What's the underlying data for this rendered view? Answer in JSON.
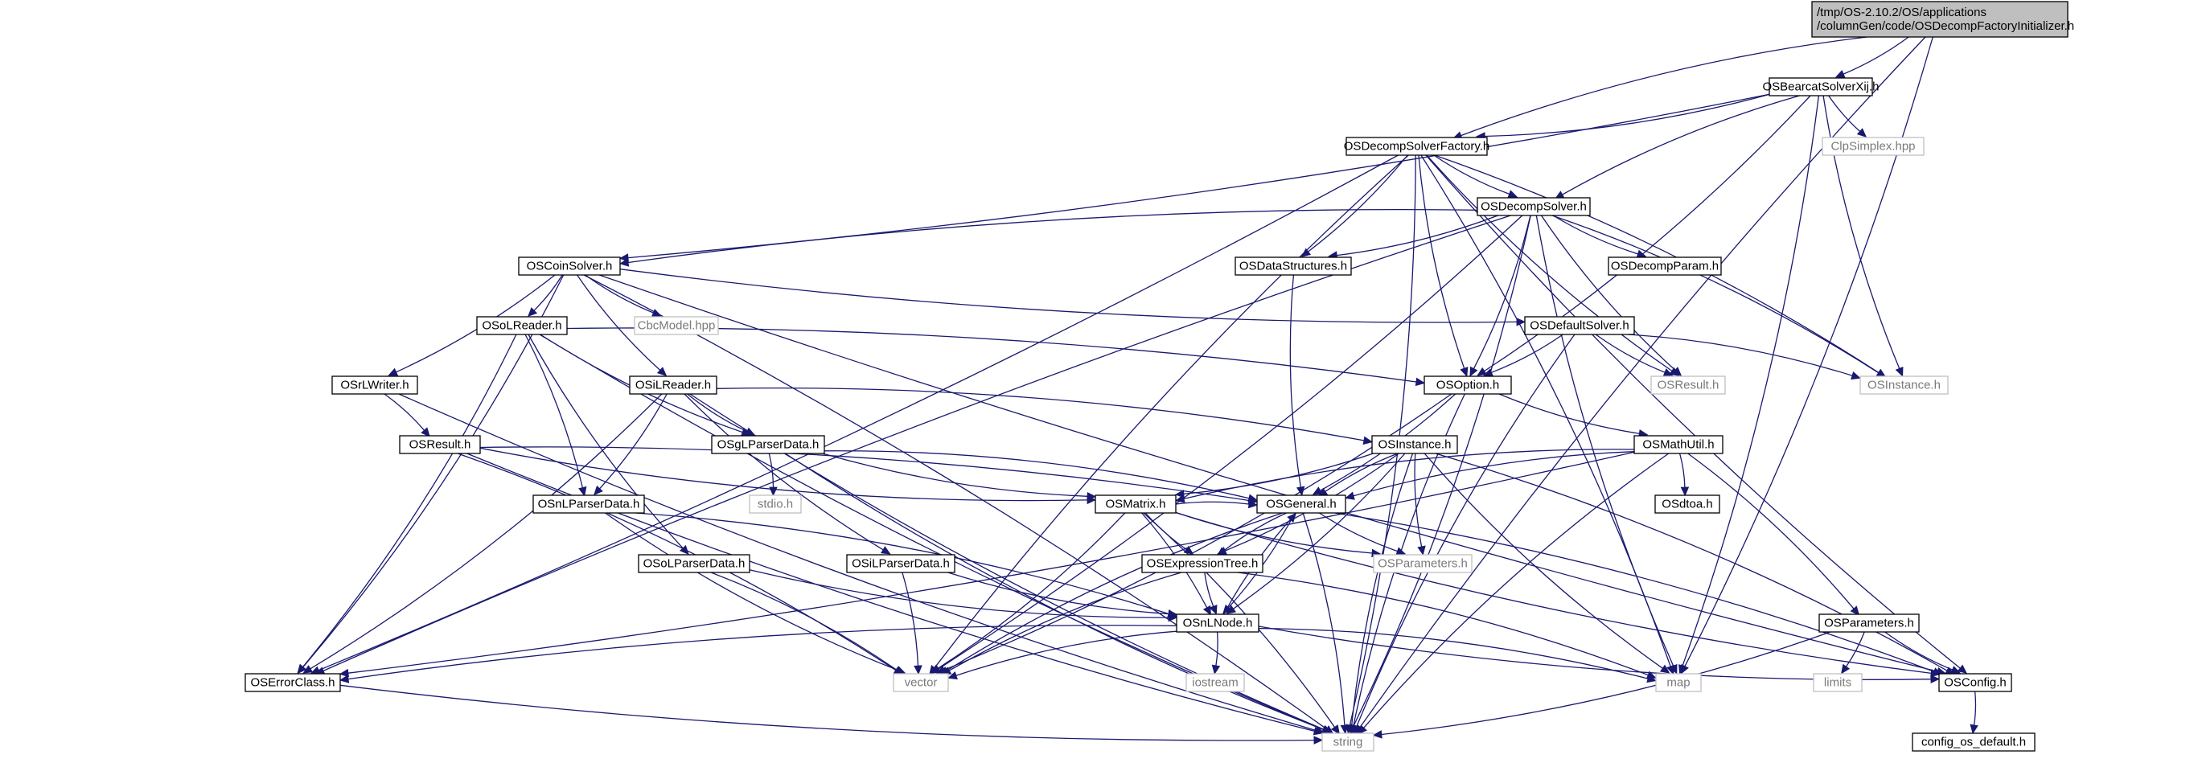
{
  "diagram": {
    "type": "include-dependency-graph",
    "nodes": [
      {
        "id": "root",
        "lines": [
          "/tmp/OS-2.10.2/OS/applications",
          "/columnGen/code/OSDecompFactoryInitializer.h"
        ],
        "kind": "root"
      },
      {
        "id": "bearcat",
        "lines": [
          "OSBearcatSolverXij.h"
        ],
        "kind": "file"
      },
      {
        "id": "clpsimplex",
        "lines": [
          "ClpSimplex.hpp"
        ],
        "kind": "external"
      },
      {
        "id": "factory",
        "lines": [
          "OSDecompSolverFactory.h"
        ],
        "kind": "file"
      },
      {
        "id": "decompsolver",
        "lines": [
          "OSDecompSolver.h"
        ],
        "kind": "file"
      },
      {
        "id": "coinsolver",
        "lines": [
          "OSCoinSolver.h"
        ],
        "kind": "file"
      },
      {
        "id": "datastructures",
        "lines": [
          "OSDataStructures.h"
        ],
        "kind": "file"
      },
      {
        "id": "decompparam",
        "lines": [
          "OSDecompParam.h"
        ],
        "kind": "file"
      },
      {
        "id": "cbcmodel",
        "lines": [
          "CbcModel.hpp"
        ],
        "kind": "external"
      },
      {
        "id": "osolreader",
        "lines": [
          "OSoLReader.h"
        ],
        "kind": "file"
      },
      {
        "id": "defaultsolver",
        "lines": [
          "OSDefaultSolver.h"
        ],
        "kind": "file"
      },
      {
        "id": "osrlwriter",
        "lines": [
          "OSrLWriter.h"
        ],
        "kind": "file"
      },
      {
        "id": "osilreader",
        "lines": [
          "OSiLReader.h"
        ],
        "kind": "file"
      },
      {
        "id": "osoption",
        "lines": [
          "OSOption.h"
        ],
        "kind": "file"
      },
      {
        "id": "osresult_ext",
        "lines": [
          "OSResult.h"
        ],
        "kind": "external"
      },
      {
        "id": "osinstance_ext",
        "lines": [
          "OSInstance.h"
        ],
        "kind": "external"
      },
      {
        "id": "osresult",
        "lines": [
          "OSResult.h"
        ],
        "kind": "file"
      },
      {
        "id": "osglparser",
        "lines": [
          "OSgLParserData.h"
        ],
        "kind": "file"
      },
      {
        "id": "osinstance",
        "lines": [
          "OSInstance.h"
        ],
        "kind": "file"
      },
      {
        "id": "osmathutil",
        "lines": [
          "OSMathUtil.h"
        ],
        "kind": "file"
      },
      {
        "id": "osnlparser",
        "lines": [
          "OSnLParserData.h"
        ],
        "kind": "file"
      },
      {
        "id": "stdio",
        "lines": [
          "stdio.h"
        ],
        "kind": "external"
      },
      {
        "id": "osmatrix",
        "lines": [
          "OSMatrix.h"
        ],
        "kind": "file"
      },
      {
        "id": "osgeneral",
        "lines": [
          "OSGeneral.h"
        ],
        "kind": "file"
      },
      {
        "id": "osdtoa",
        "lines": [
          "OSdtoa.h"
        ],
        "kind": "file"
      },
      {
        "id": "osolparser",
        "lines": [
          "OSoLParserData.h"
        ],
        "kind": "file"
      },
      {
        "id": "osilparser",
        "lines": [
          "OSiLParserData.h"
        ],
        "kind": "file"
      },
      {
        "id": "exprtree",
        "lines": [
          "OSExpressionTree.h"
        ],
        "kind": "file"
      },
      {
        "id": "osparams_ext",
        "lines": [
          "OSParameters.h"
        ],
        "kind": "external"
      },
      {
        "id": "osparams",
        "lines": [
          "OSParameters.h"
        ],
        "kind": "file"
      },
      {
        "id": "osnlnode",
        "lines": [
          "OSnLNode.h"
        ],
        "kind": "file"
      },
      {
        "id": "errorclass",
        "lines": [
          "OSErrorClass.h"
        ],
        "kind": "file"
      },
      {
        "id": "vector",
        "lines": [
          "vector"
        ],
        "kind": "external"
      },
      {
        "id": "iostream",
        "lines": [
          "iostream"
        ],
        "kind": "external"
      },
      {
        "id": "map",
        "lines": [
          "map"
        ],
        "kind": "external"
      },
      {
        "id": "limits",
        "lines": [
          "limits"
        ],
        "kind": "external"
      },
      {
        "id": "osconfig",
        "lines": [
          "OSConfig.h"
        ],
        "kind": "file"
      },
      {
        "id": "string",
        "lines": [
          "string"
        ],
        "kind": "external"
      },
      {
        "id": "configdefault",
        "lines": [
          "config_os_default.h"
        ],
        "kind": "file"
      }
    ],
    "edges": [
      [
        "root",
        "bearcat"
      ],
      [
        "root",
        "factory"
      ],
      [
        "root",
        "map"
      ],
      [
        "root",
        "string"
      ],
      [
        "bearcat",
        "factory"
      ],
      [
        "bearcat",
        "clpsimplex"
      ],
      [
        "bearcat",
        "coinsolver"
      ],
      [
        "bearcat",
        "decompsolver"
      ],
      [
        "bearcat",
        "osoption"
      ],
      [
        "bearcat",
        "osinstance_ext"
      ],
      [
        "bearcat",
        "map"
      ],
      [
        "factory",
        "decompsolver"
      ],
      [
        "factory",
        "datastructures"
      ],
      [
        "factory",
        "osoption"
      ],
      [
        "factory",
        "osinstance_ext"
      ],
      [
        "factory",
        "osresult_ext"
      ],
      [
        "factory",
        "map"
      ],
      [
        "factory",
        "osconfig"
      ],
      [
        "factory",
        "errorclass"
      ],
      [
        "factory",
        "vector"
      ],
      [
        "factory",
        "string"
      ],
      [
        "decompsolver",
        "coinsolver"
      ],
      [
        "decompsolver",
        "datastructures"
      ],
      [
        "decompsolver",
        "decompparam"
      ],
      [
        "decompsolver",
        "osoption"
      ],
      [
        "decompsolver",
        "osresult_ext"
      ],
      [
        "decompsolver",
        "osinstance_ext"
      ],
      [
        "decompsolver",
        "map"
      ],
      [
        "decompsolver",
        "vector"
      ],
      [
        "decompsolver",
        "errorclass"
      ],
      [
        "decompsolver",
        "string"
      ],
      [
        "coinsolver",
        "cbcmodel"
      ],
      [
        "coinsolver",
        "osolreader"
      ],
      [
        "coinsolver",
        "osilreader"
      ],
      [
        "coinsolver",
        "osrlwriter"
      ],
      [
        "coinsolver",
        "defaultsolver"
      ],
      [
        "coinsolver",
        "errorclass"
      ],
      [
        "coinsolver",
        "osconfig"
      ],
      [
        "coinsolver",
        "string"
      ],
      [
        "datastructures",
        "osgeneral"
      ],
      [
        "osolreader",
        "osoption"
      ],
      [
        "osolreader",
        "osglparser"
      ],
      [
        "osolreader",
        "osnlparser"
      ],
      [
        "osolreader",
        "osolparser"
      ],
      [
        "osolreader",
        "errorclass"
      ],
      [
        "osolreader",
        "string"
      ],
      [
        "defaultsolver",
        "osoption"
      ],
      [
        "defaultsolver",
        "osresult_ext"
      ],
      [
        "defaultsolver",
        "osinstance_ext"
      ],
      [
        "defaultsolver",
        "string"
      ],
      [
        "osrlwriter",
        "osresult"
      ],
      [
        "osrlwriter",
        "string"
      ],
      [
        "osilreader",
        "osinstance"
      ],
      [
        "osilreader",
        "osglparser"
      ],
      [
        "osilreader",
        "osnlparser"
      ],
      [
        "osilreader",
        "osilparser"
      ],
      [
        "osilreader",
        "errorclass"
      ],
      [
        "osilreader",
        "string"
      ],
      [
        "osoption",
        "osgeneral"
      ],
      [
        "osoption",
        "osmathutil"
      ],
      [
        "osoption",
        "vector"
      ],
      [
        "osoption",
        "string"
      ],
      [
        "osresult",
        "osgeneral"
      ],
      [
        "osresult",
        "osmatrix"
      ],
      [
        "osresult",
        "vector"
      ],
      [
        "osresult",
        "string"
      ],
      [
        "osglparser",
        "stdio"
      ],
      [
        "osglparser",
        "osmatrix"
      ],
      [
        "osglparser",
        "osgeneral"
      ],
      [
        "osglparser",
        "string"
      ],
      [
        "osinstance",
        "osmatrix"
      ],
      [
        "osinstance",
        "osgeneral"
      ],
      [
        "osinstance",
        "exprtree"
      ],
      [
        "osinstance",
        "osparams_ext"
      ],
      [
        "osinstance",
        "osnlnode"
      ],
      [
        "osinstance",
        "map"
      ],
      [
        "osinstance",
        "osconfig"
      ],
      [
        "osinstance",
        "string"
      ],
      [
        "osmathutil",
        "osdtoa"
      ],
      [
        "osmathutil",
        "osgeneral"
      ],
      [
        "osmathutil",
        "osparams"
      ],
      [
        "osmathutil",
        "osmatrix"
      ],
      [
        "osmathutil",
        "errorclass"
      ],
      [
        "osmathutil",
        "string"
      ],
      [
        "osnlparser",
        "osnlnode"
      ],
      [
        "osnlparser",
        "vector"
      ],
      [
        "osmatrix",
        "osgeneral"
      ],
      [
        "osmatrix",
        "exprtree"
      ],
      [
        "osmatrix",
        "osnlnode"
      ],
      [
        "osmatrix",
        "osparams_ext"
      ],
      [
        "osmatrix",
        "vector"
      ],
      [
        "osmatrix",
        "osconfig"
      ],
      [
        "osmatrix",
        "string"
      ],
      [
        "osgeneral",
        "exprtree"
      ],
      [
        "osgeneral",
        "osnlnode"
      ],
      [
        "osgeneral",
        "osparams_ext"
      ],
      [
        "osgeneral",
        "osconfig"
      ],
      [
        "osgeneral",
        "vector"
      ],
      [
        "osgeneral",
        "string"
      ],
      [
        "osolparser",
        "osnlnode"
      ],
      [
        "osolparser",
        "vector"
      ],
      [
        "osilparser",
        "osnlnode"
      ],
      [
        "osilparser",
        "vector"
      ],
      [
        "exprtree",
        "osnlnode"
      ],
      [
        "exprtree",
        "map"
      ],
      [
        "exprtree",
        "vector"
      ],
      [
        "osnlnode",
        "osgeneral"
      ],
      [
        "osnlnode",
        "errorclass"
      ],
      [
        "osnlnode",
        "iostream"
      ],
      [
        "osnlnode",
        "vector"
      ],
      [
        "osnlnode",
        "map"
      ],
      [
        "osnlnode",
        "osconfig"
      ],
      [
        "osparams",
        "limits"
      ],
      [
        "osparams",
        "osconfig"
      ],
      [
        "osparams",
        "string"
      ],
      [
        "errorclass",
        "string"
      ],
      [
        "osconfig",
        "configdefault"
      ]
    ]
  }
}
